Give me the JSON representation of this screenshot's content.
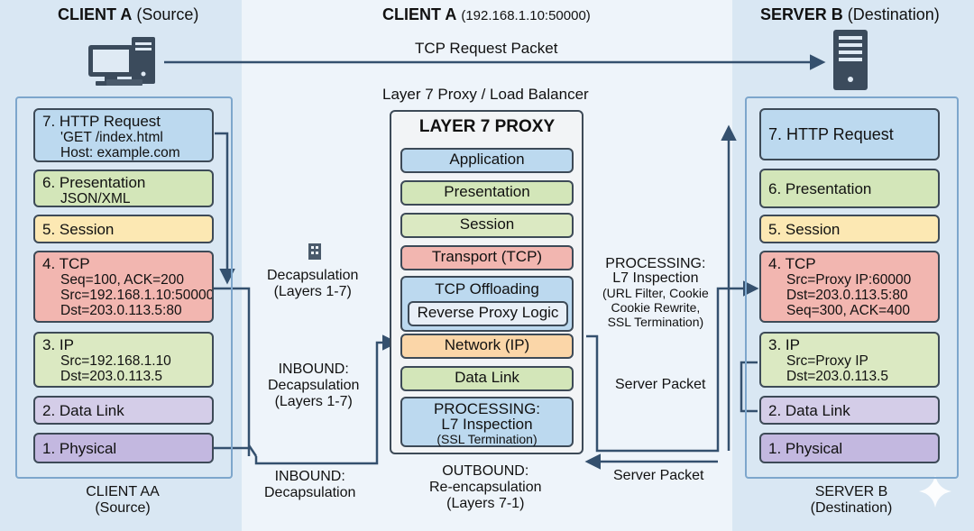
{
  "headers": {
    "left": {
      "bold": "CLIENT A",
      "rest": "(Source)"
    },
    "middle": {
      "bold": "CLIENT A",
      "rest": "(192.168.1.10:50000)"
    },
    "right": {
      "bold": "SERVER B",
      "rest": "(Destination)"
    }
  },
  "tcp_request_label": "TCP Request Packet",
  "proxy_caption": "Layer 7 Proxy / Load Balancer",
  "client_stack": [
    {
      "title": "7. HTTP Request",
      "details": [
        "'GET /index.html",
        "Host: example.com"
      ]
    },
    {
      "title": "6. Presentation",
      "details": [
        "JSON/XML"
      ]
    },
    {
      "title": "5. Session",
      "details": []
    },
    {
      "title": "4. TCP",
      "details": [
        "Seq=100, ACK=200",
        "Src=192.168.1.10:50000",
        "Dst=203.0.113.5:80"
      ]
    },
    {
      "title": "3. IP",
      "details": [
        "Src=192.168.1.10",
        "Dst=203.0.113.5"
      ]
    },
    {
      "title": "2. Data Link",
      "details": []
    },
    {
      "title": "1. Physical",
      "details": []
    }
  ],
  "server_stack": [
    {
      "title": "7. HTTP Request",
      "details": []
    },
    {
      "title": "6. Presentation",
      "details": []
    },
    {
      "title": "5. Session",
      "details": []
    },
    {
      "title": "4. TCP",
      "details": [
        "Src=Proxy IP:60000",
        "Dst=203.0.113.5:80",
        "Seq=300, ACK=400"
      ]
    },
    {
      "title": "3. IP",
      "details": [
        "Src=Proxy IP",
        "Dst=203.0.113.5"
      ]
    },
    {
      "title": "2. Data Link",
      "details": []
    },
    {
      "title": "1. Physical",
      "details": []
    }
  ],
  "proxy": {
    "title": "LAYER 7 PROXY",
    "application": "Application",
    "presentation": "Presentation",
    "session": "Session",
    "transport": "Transport (TCP)",
    "tcp_offloading": "TCP Offloading",
    "reverse_proxy_logic": "Reverse Proxy Logic",
    "network": "Network (IP)",
    "data_link": "Data Link",
    "processing": [
      "PROCESSING:",
      "L7 Inspection",
      "(SSL Termination)"
    ]
  },
  "annotations": {
    "decap_top": [
      "Decapsulation",
      "(Layers 1-7)"
    ],
    "inbound_mid": [
      "INBOUND:",
      "Decapsulation",
      "(Layers 1-7)"
    ],
    "inbound_bottom": [
      "INBOUND:",
      "Decapsulation"
    ],
    "outbound": [
      "OUTBOUND:",
      "Re-encapsulation",
      "(Layers 7-1)"
    ],
    "processing_right": [
      "PROCESSING:",
      "L7 Inspection",
      "(URL Filter, Cookie",
      "Cookie Rewrite,",
      "SSL Termination)"
    ],
    "server_packet_1": "Server Packet",
    "server_packet_2": "Server Packet"
  },
  "captions": {
    "left": [
      "CLIENT AA",
      "(Source)"
    ],
    "right": [
      "SERVER B",
      "(Destination)"
    ]
  },
  "colors": {
    "blue": "#bcd9ef",
    "green": "#d3e6b9",
    "yellow": "#fce8b3",
    "red": "#f2b6b0",
    "purple": "#d4cde8",
    "orange": "#fbd6a8",
    "arrow": "#34506e"
  }
}
